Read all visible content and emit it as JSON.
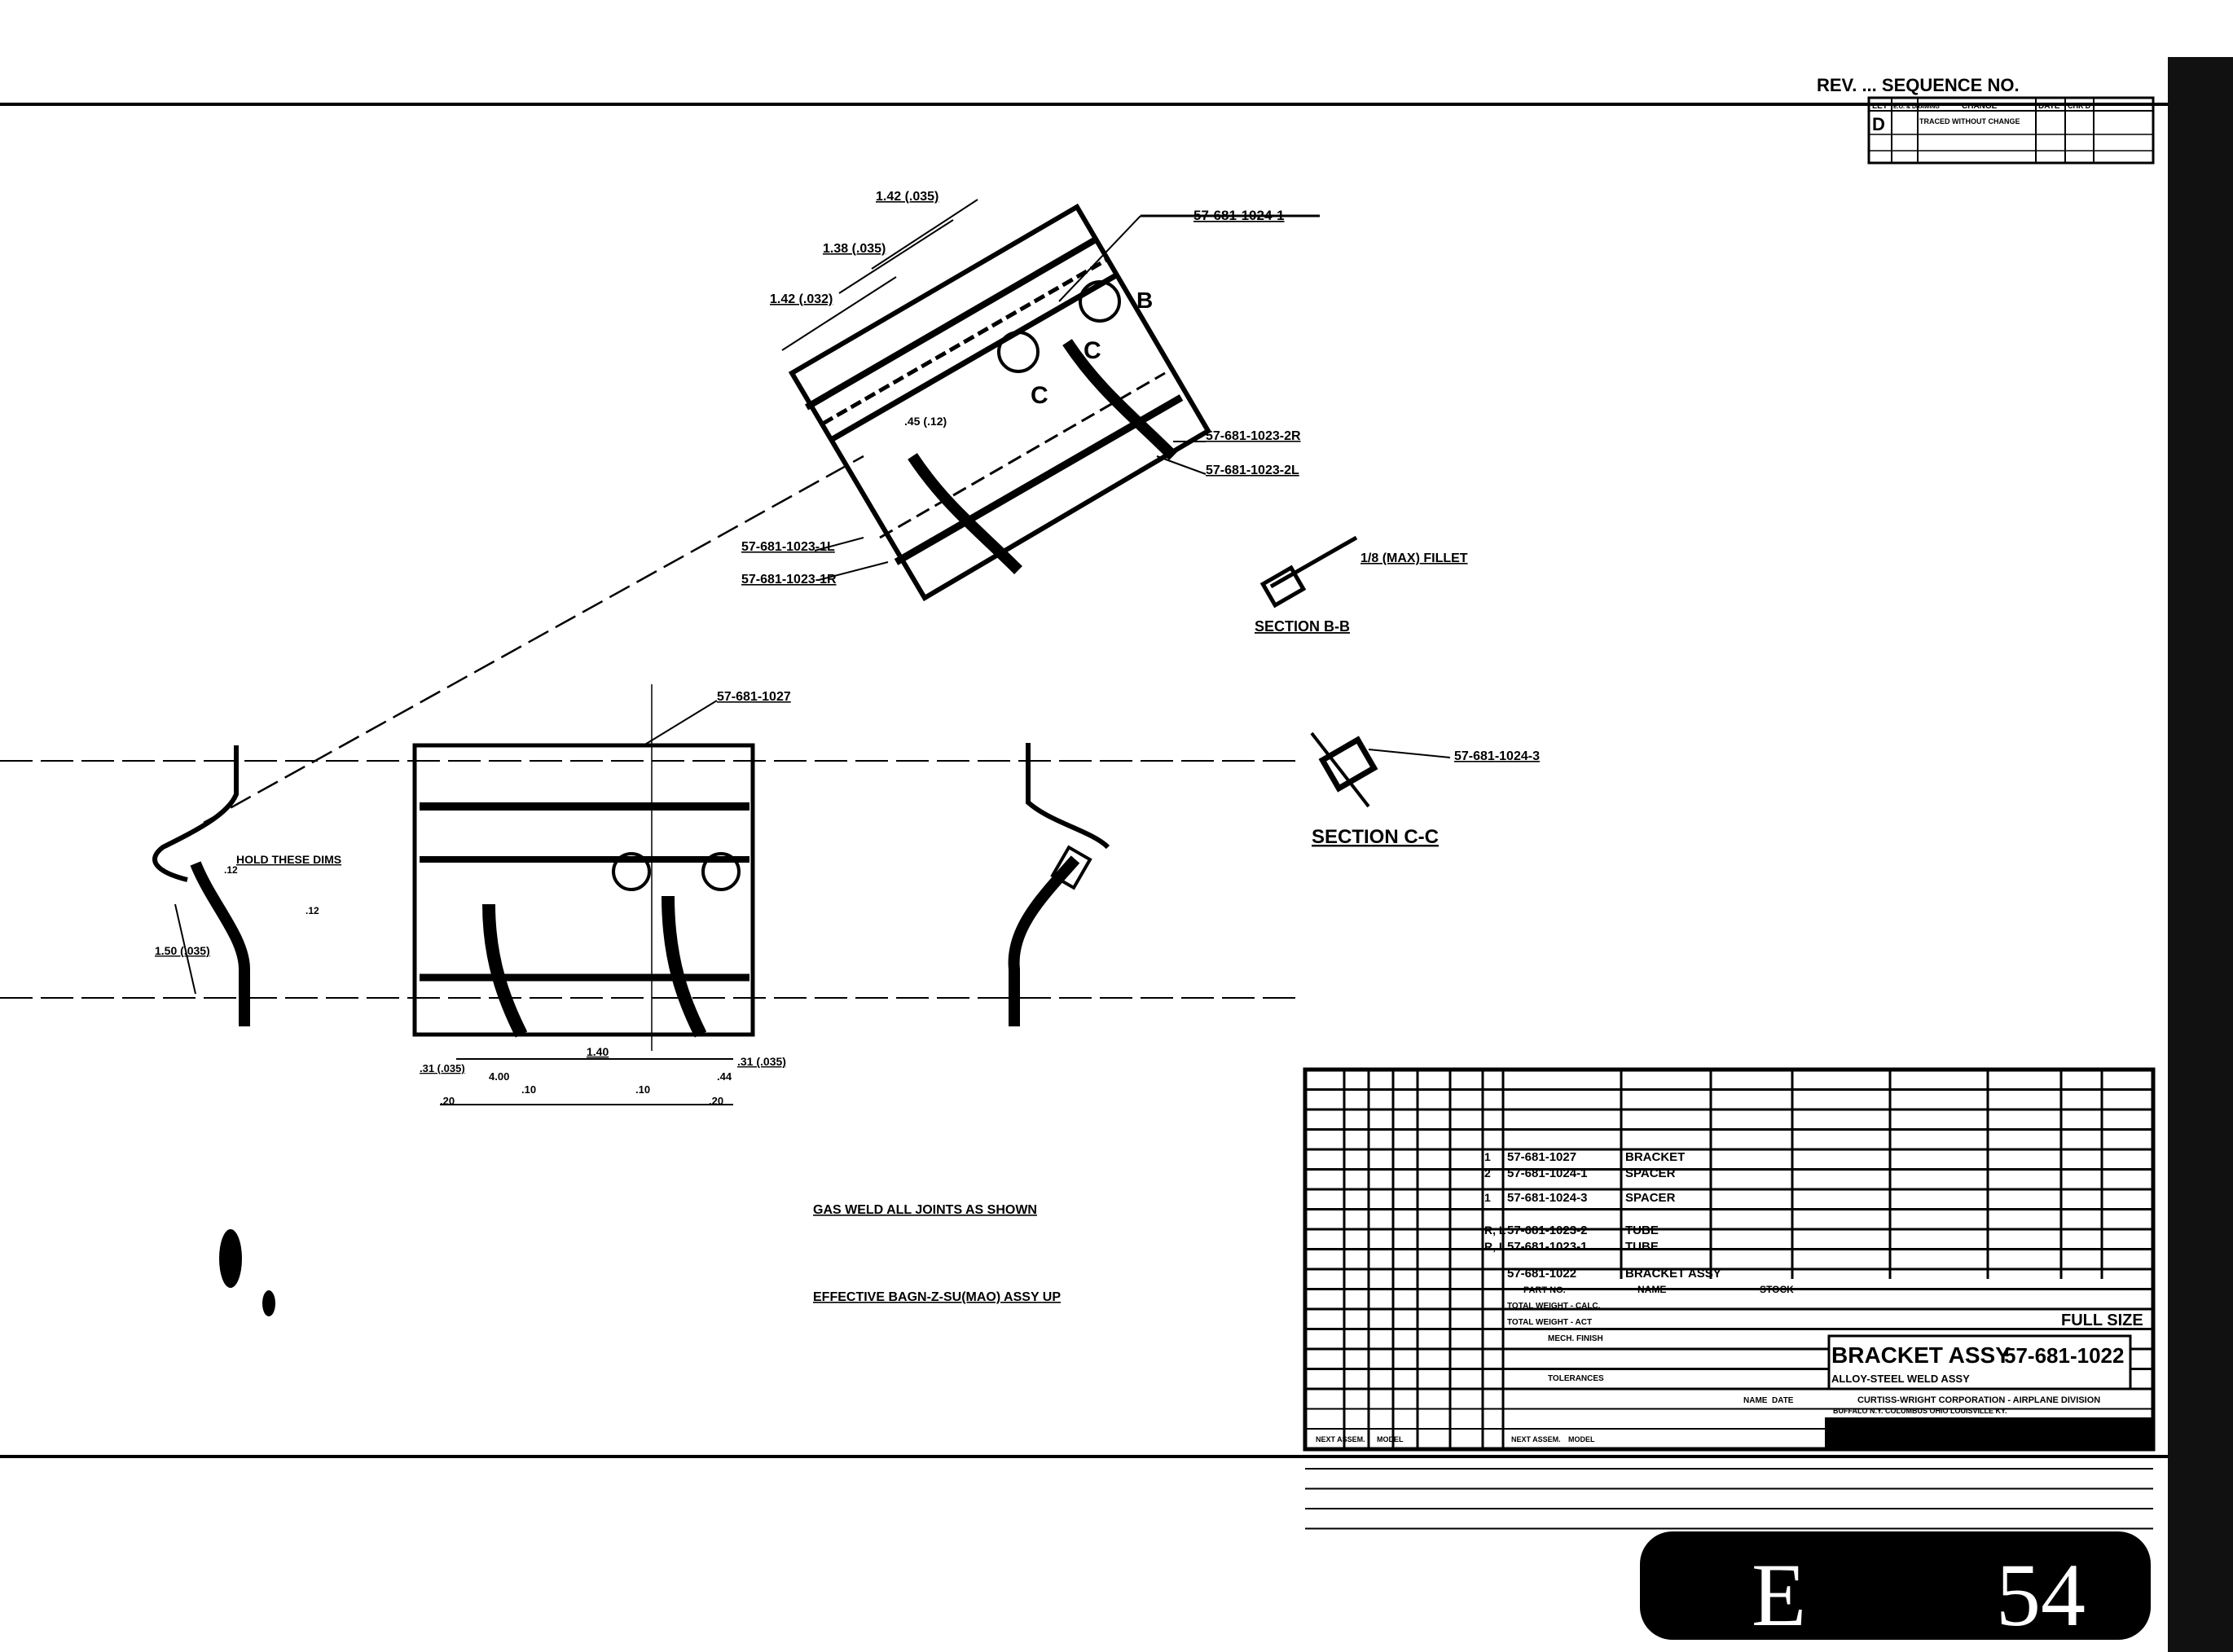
{
  "header": {
    "sequence_label": "REV. ... SEQUENCE NO."
  },
  "revision_block": {
    "columns": [
      "LET",
      "E.O. & DRAWING",
      "CHANGE",
      "DATE",
      "CHK'D"
    ],
    "rows": [
      {
        "letter": "D",
        "eo": "",
        "change": "TRACED WITHOUT CHANGE",
        "date": "",
        "checked": ""
      }
    ]
  },
  "views": {
    "isometric": {
      "dims": [
        "1.42 (.035)",
        "1.38 (.035)",
        "1.42 (.032)",
        ".45 (.12)"
      ],
      "callouts": [
        "57-681-1024-1",
        "57-681-1023-2R",
        "57-681-1023-2L",
        "57-681-1023-1L",
        "57-681-1023-1R"
      ],
      "section_marks": [
        "B",
        "C",
        "C"
      ]
    },
    "section_b": {
      "title": "SECTION B-B",
      "callout": "1/8 (MAX) FILLET"
    },
    "section_c": {
      "title": "SECTION C-C",
      "callout": "57-681-1024-3"
    },
    "front": {
      "callout": "57-681-1027",
      "dims": [
        "1.40",
        ".31 (.035)",
        ".44",
        ".20",
        ".10",
        ".10",
        ".20",
        ".31 (.035)",
        "4.00"
      ]
    },
    "left_side": {
      "note": "HOLD THESE DIMS",
      "dims": [
        "1.50 (.035)",
        ".12",
        ".12"
      ]
    }
  },
  "notes": [
    "GAS WELD ALL JOINTS AS SHOWN",
    "EFFECTIVE BAGN-Z-SU(MAO) ASSY UP"
  ],
  "parts_list": {
    "rows": [
      {
        "qty": "1",
        "part_no": "57-681-1027",
        "name": "BRACKET"
      },
      {
        "qty": "2",
        "part_no": "57-681-1024-1",
        "name": "SPACER"
      },
      {
        "qty": "1",
        "part_no": "57-681-1024-3",
        "name": "SPACER"
      },
      {
        "qty": "R, L",
        "part_no": "57-681-1023-2",
        "name": "TUBE"
      },
      {
        "qty": "R, L",
        "part_no": "57-681-1023-1",
        "name": "TUBE"
      },
      {
        "qty": "",
        "part_no": "57-681-1022",
        "name": "BRACKET ASSY"
      }
    ],
    "headers": {
      "part_no": "PART NO.",
      "name": "NAME",
      "stock": "STOCK"
    },
    "weights": [
      "TOTAL WEIGHT - CALC.",
      "TOTAL WEIGHT - ACT"
    ]
  },
  "title_block": {
    "title": "BRACKET ASSY",
    "subtitle": "ALLOY-STEEL WELD ASSY",
    "drawing_number": "57-681-1022",
    "company": "CURTISS-WRIGHT CORPORATION - AIRPLANE DIVISION",
    "location": "BUFFALO N.Y.   COLUMBUS OHIO   LOUISVILLE KY.",
    "scale": "FULL SIZE",
    "tolerances_label": "TOLERANCES",
    "finish_label": "MECH. FINISH",
    "sign_cols": [
      "NAME",
      "DATE"
    ],
    "bottom_cols": [
      "NEXT ASSEM.",
      "MODEL",
      "NEXT ASSEM.",
      "MODEL"
    ]
  },
  "frame_stamp": {
    "letter": "E",
    "number": "54"
  }
}
